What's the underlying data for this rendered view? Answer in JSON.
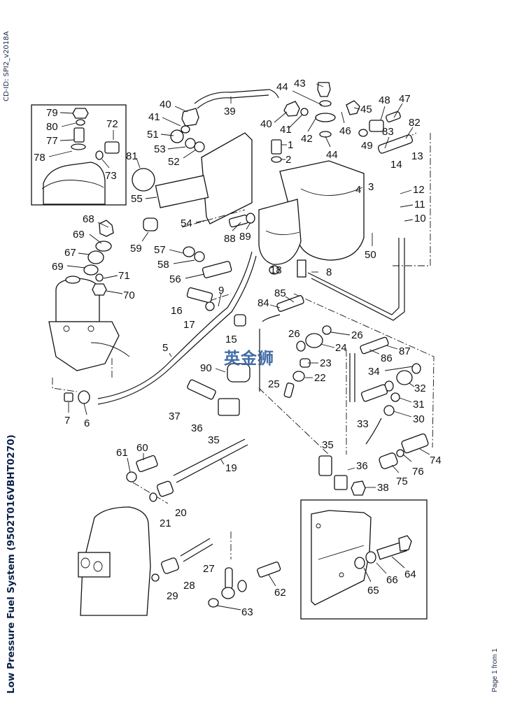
{
  "header": {
    "cd_id": "CD-ID: SPI2_v2018A"
  },
  "document": {
    "title": "Low Pressure Fuel System (9502T016VBHT0270)",
    "page_indicator": "Page 1 from 1"
  },
  "watermark": {
    "text": "英金狮",
    "color": "#2e5d9e"
  },
  "callouts": [
    {
      "id": "c1",
      "label": "1"
    },
    {
      "id": "c2",
      "label": "2"
    },
    {
      "id": "c3",
      "label": "3"
    },
    {
      "id": "c4",
      "label": "4"
    },
    {
      "id": "c5",
      "label": "5"
    },
    {
      "id": "c6",
      "label": "6"
    },
    {
      "id": "c7",
      "label": "7"
    },
    {
      "id": "c8",
      "label": "8"
    },
    {
      "id": "c9",
      "label": "9"
    },
    {
      "id": "c10",
      "label": "10"
    },
    {
      "id": "c11",
      "label": "11"
    },
    {
      "id": "c12",
      "label": "12"
    },
    {
      "id": "c13",
      "label": "13"
    },
    {
      "id": "c14",
      "label": "14"
    },
    {
      "id": "c15",
      "label": "15"
    },
    {
      "id": "c16",
      "label": "16"
    },
    {
      "id": "c17",
      "label": "17"
    },
    {
      "id": "c18",
      "label": "18"
    },
    {
      "id": "c19",
      "label": "19"
    },
    {
      "id": "c20",
      "label": "20"
    },
    {
      "id": "c21",
      "label": "21"
    },
    {
      "id": "c22",
      "label": "22"
    },
    {
      "id": "c23",
      "label": "23"
    },
    {
      "id": "c24",
      "label": "24"
    },
    {
      "id": "c25",
      "label": "25"
    },
    {
      "id": "c26a",
      "label": "26"
    },
    {
      "id": "c26b",
      "label": "26"
    },
    {
      "id": "c27",
      "label": "27"
    },
    {
      "id": "c28",
      "label": "28"
    },
    {
      "id": "c29",
      "label": "29"
    },
    {
      "id": "c30",
      "label": "30"
    },
    {
      "id": "c31",
      "label": "31"
    },
    {
      "id": "c32",
      "label": "32"
    },
    {
      "id": "c33",
      "label": "33"
    },
    {
      "id": "c34",
      "label": "34"
    },
    {
      "id": "c35a",
      "label": "35"
    },
    {
      "id": "c35b",
      "label": "35"
    },
    {
      "id": "c36a",
      "label": "36"
    },
    {
      "id": "c36b",
      "label": "36"
    },
    {
      "id": "c37",
      "label": "37"
    },
    {
      "id": "c38",
      "label": "38"
    },
    {
      "id": "c39",
      "label": "39"
    },
    {
      "id": "c40a",
      "label": "40"
    },
    {
      "id": "c40b",
      "label": "40"
    },
    {
      "id": "c41a",
      "label": "41"
    },
    {
      "id": "c41b",
      "label": "41"
    },
    {
      "id": "c42",
      "label": "42"
    },
    {
      "id": "c43",
      "label": "43"
    },
    {
      "id": "c44a",
      "label": "44"
    },
    {
      "id": "c44b",
      "label": "44"
    },
    {
      "id": "c45",
      "label": "45"
    },
    {
      "id": "c46",
      "label": "46"
    },
    {
      "id": "c47",
      "label": "47"
    },
    {
      "id": "c48",
      "label": "48"
    },
    {
      "id": "c49",
      "label": "49"
    },
    {
      "id": "c50",
      "label": "50"
    },
    {
      "id": "c51",
      "label": "51"
    },
    {
      "id": "c52",
      "label": "52"
    },
    {
      "id": "c53",
      "label": "53"
    },
    {
      "id": "c54",
      "label": "54"
    },
    {
      "id": "c55",
      "label": "55"
    },
    {
      "id": "c56",
      "label": "56"
    },
    {
      "id": "c57",
      "label": "57"
    },
    {
      "id": "c58",
      "label": "58"
    },
    {
      "id": "c59",
      "label": "59"
    },
    {
      "id": "c60",
      "label": "60"
    },
    {
      "id": "c61",
      "label": "61"
    },
    {
      "id": "c62",
      "label": "62"
    },
    {
      "id": "c63",
      "label": "63"
    },
    {
      "id": "c64",
      "label": "64"
    },
    {
      "id": "c65",
      "label": "65"
    },
    {
      "id": "c66",
      "label": "66"
    },
    {
      "id": "c67",
      "label": "67"
    },
    {
      "id": "c68",
      "label": "68"
    },
    {
      "id": "c69a",
      "label": "69"
    },
    {
      "id": "c69b",
      "label": "69"
    },
    {
      "id": "c70",
      "label": "70"
    },
    {
      "id": "c71",
      "label": "71"
    },
    {
      "id": "c72",
      "label": "72"
    },
    {
      "id": "c73",
      "label": "73"
    },
    {
      "id": "c74",
      "label": "74"
    },
    {
      "id": "c75",
      "label": "75"
    },
    {
      "id": "c76",
      "label": "76"
    },
    {
      "id": "c77",
      "label": "77"
    },
    {
      "id": "c78",
      "label": "78"
    },
    {
      "id": "c79",
      "label": "79"
    },
    {
      "id": "c80",
      "label": "80"
    },
    {
      "id": "c81",
      "label": "81"
    },
    {
      "id": "c82",
      "label": "82"
    },
    {
      "id": "c83",
      "label": "83"
    },
    {
      "id": "c84",
      "label": "84"
    },
    {
      "id": "c85",
      "label": "85"
    },
    {
      "id": "c86",
      "label": "86"
    },
    {
      "id": "c87",
      "label": "87"
    },
    {
      "id": "c88",
      "label": "88"
    },
    {
      "id": "c89",
      "label": "89"
    },
    {
      "id": "c90",
      "label": "90"
    }
  ]
}
